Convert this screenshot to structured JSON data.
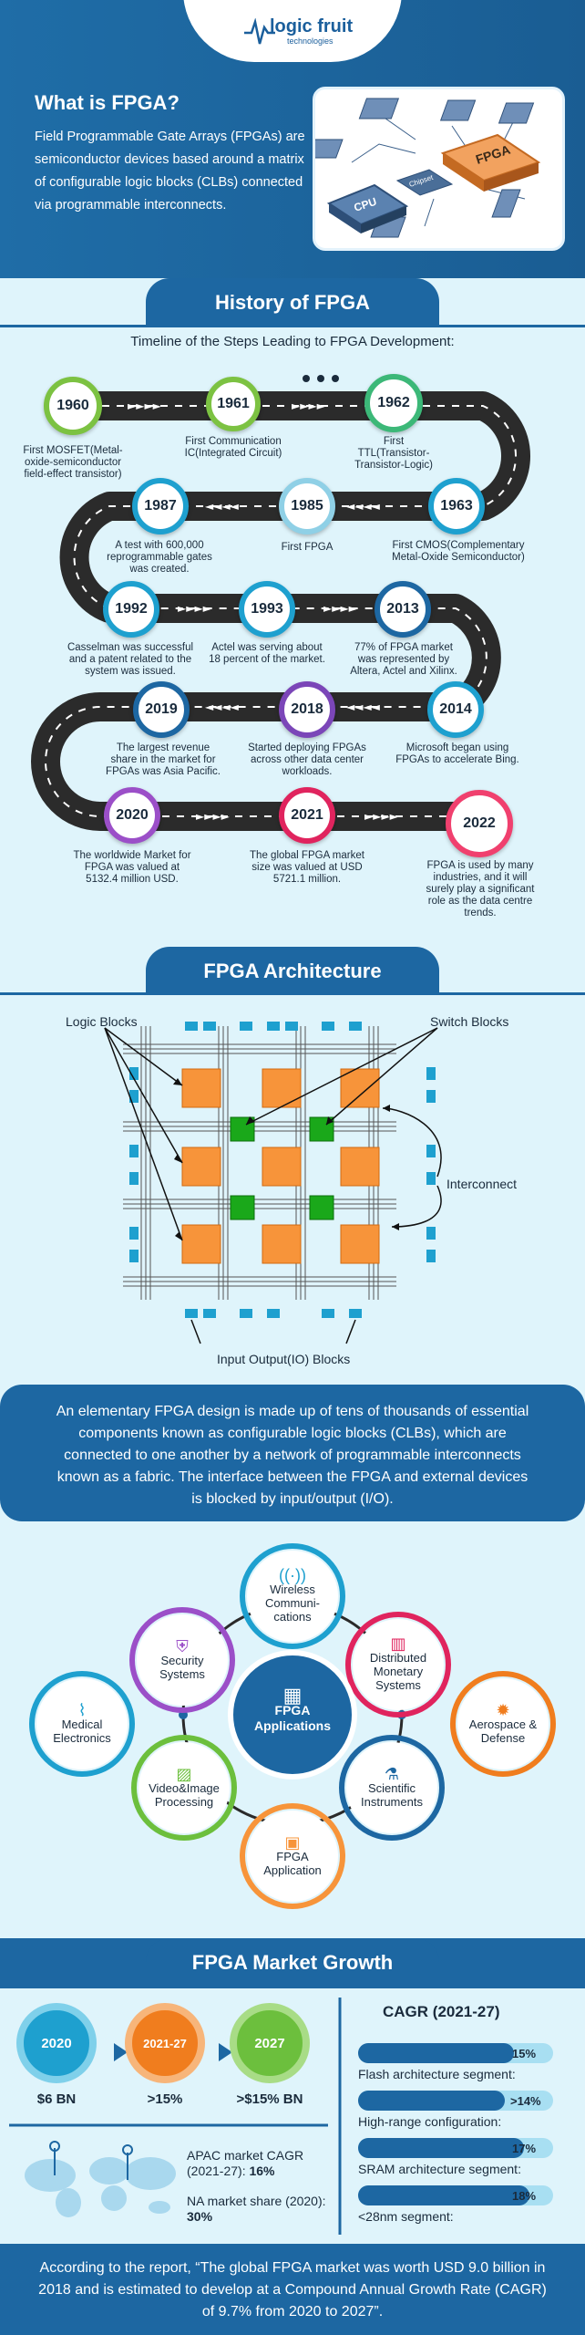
{
  "brand": {
    "name": "logic fruit",
    "tagline": "technologies"
  },
  "intro": {
    "title": "What is FPGA?",
    "body": "Field Programmable Gate Arrays (FPGAs) are semiconductor devices based around a matrix of configurable logic blocks (CLBs) connected via programmable interconnects.",
    "image_labels": {
      "fpga": "FPGA",
      "cpu": "CPU",
      "chipset": "Chipset"
    }
  },
  "history": {
    "title": "History of FPGA",
    "subtitle": "Timeline of the Steps Leading to FPGA Development:",
    "events": [
      {
        "year": "1960",
        "text": "First MOSFET(Metal-oxide-semiconductor field-effect transistor)"
      },
      {
        "year": "1961",
        "text": "First Communication IC(Integrated Circuit)"
      },
      {
        "year": "1962",
        "text": "First TTL(Transistor-Transistor-Logic)"
      },
      {
        "year": "1963",
        "text": "First CMOS(Complementary Metal-Oxide Semiconductor)"
      },
      {
        "year": "1985",
        "text": "First FPGA"
      },
      {
        "year": "1987",
        "text": "A test with 600,000 reprogrammable gates was created."
      },
      {
        "year": "1992",
        "text": "Casselman was successful and a patent related to the system was issued."
      },
      {
        "year": "1993",
        "text": "Actel was serving about 18 percent of the market."
      },
      {
        "year": "2013",
        "text": "77% of FPGA market was represented by Altera, Actel and Xilinx."
      },
      {
        "year": "2014",
        "text": "Microsoft began using FPGAs to accelerate Bing."
      },
      {
        "year": "2018",
        "text": "Started deploying FPGAs across other data center workloads."
      },
      {
        "year": "2019",
        "text": "The largest revenue share in the market for FPGAs was Asia Pacific."
      },
      {
        "year": "2020",
        "text": "The worldwide Market for FPGA was valued at 5132.4 million USD."
      },
      {
        "year": "2021",
        "text": "The global FPGA market size was valued at USD 5721.1 million."
      },
      {
        "year": "2022",
        "text": "FPGA is used by many industries, and it will surely play a significant role as the data centre trends."
      }
    ]
  },
  "architecture": {
    "title": "FPGA Architecture",
    "labels": {
      "logic": "Logic Blocks",
      "switch": "Switch Blocks",
      "interconnect": "Interconnect",
      "io": "Input Output(IO) Blocks"
    },
    "description": "An elementary FPGA design is made up of tens of thousands of essential components known as configurable logic blocks (CLBs), which are connected to one another by a network of programmable interconnects known as a fabric. The interface between the FPGA and external devices is blocked by input/output (I/O).",
    "colors": {
      "logic": "#f7943a",
      "switch": "#1aa81a",
      "io": "#1ea0cf"
    }
  },
  "applications": {
    "center": "FPGA Applications",
    "items": [
      {
        "label": "Wireless Communi-cations",
        "icon": "wireless-icon",
        "color": "#1ea0cf"
      },
      {
        "label": "Distributed Monetary Systems",
        "icon": "chart-icon",
        "color": "#e0245e"
      },
      {
        "label": "Aerospace & Defense",
        "icon": "emblem-icon",
        "color": "#f07d1e"
      },
      {
        "label": "Scientific Instruments",
        "icon": "microscope-icon",
        "color": "#1d67a2"
      },
      {
        "label": "FPGA Application",
        "icon": "chip-icon",
        "color": "#f7943a"
      },
      {
        "label": "Video&Image Processing",
        "icon": "image-icon",
        "color": "#6cbf3d"
      },
      {
        "label": "Medical Electronics",
        "icon": "ecg-icon",
        "color": "#1ea0cf"
      },
      {
        "label": "Security Systems",
        "icon": "shield-icon",
        "color": "#9b4fc8"
      }
    ]
  },
  "market": {
    "title": "FPGA Market Growth",
    "years": [
      {
        "label": "2020",
        "value": "$6 BN",
        "color": "#1ea0cf"
      },
      {
        "label": "2021-27",
        "value": ">15%",
        "color": "#f07d1e"
      },
      {
        "label": "2027",
        "value": ">$15% BN",
        "color": "#6cbf3d"
      }
    ],
    "apac": {
      "label": "APAC market CAGR (2021-27):",
      "value": "16%"
    },
    "na": {
      "label": "NA market share (2020):",
      "value": "30%"
    },
    "cagr_title": "CAGR (2021-27)",
    "cagr": [
      {
        "label": "Flash architecture segment:",
        "value": "15%",
        "pct": 0.8
      },
      {
        "label": "High-range configuration:",
        "value": ">14%",
        "pct": 0.75
      },
      {
        "label": "SRAM architecture segment:",
        "value": "17%",
        "pct": 0.85
      },
      {
        "label": "<28nm segment:",
        "value": "18%",
        "pct": 0.88
      }
    ],
    "quote": "According to the report, “The global FPGA market was worth USD 9.0 billion in 2018 and is estimated to develop at a Compound Annual Growth Rate (CAGR) of 9.7% from 2020 to 2027”."
  }
}
